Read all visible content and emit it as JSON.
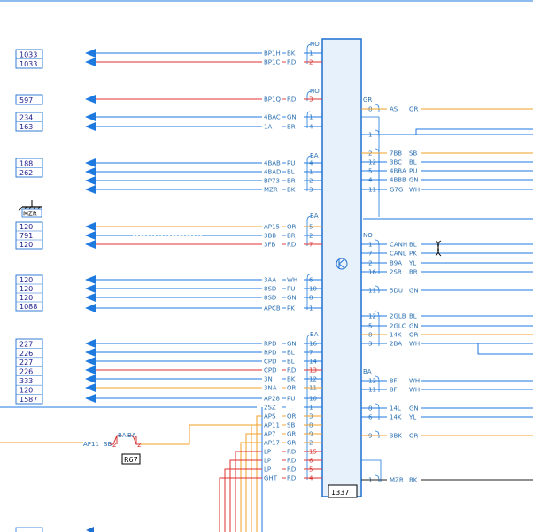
{
  "colors": {
    "blue": "#1f7ae0",
    "red": "#e03030",
    "orange": "#f2a02a",
    "black": "#222222",
    "box_blue": "#1f6fd0",
    "box_fill": "#e6f1fc"
  },
  "connector": {
    "label": "1337",
    "icon": "connector-symbol-icon"
  },
  "ground": {
    "label": "MZR"
  },
  "left_refs": [
    {
      "labels": [
        "1033",
        "1033"
      ]
    },
    {
      "labels": [
        "597"
      ]
    },
    {
      "labels": [
        "234",
        "163"
      ]
    },
    {
      "labels": [
        "188",
        "262"
      ]
    },
    {
      "labels": [
        "120",
        "791",
        "120"
      ]
    },
    {
      "labels": [
        "120",
        "120",
        "120",
        "1088"
      ]
    },
    {
      "labels": [
        "227",
        "226",
        "227",
        "226",
        "333",
        "120",
        "1587"
      ]
    }
  ],
  "left_groups": [
    {
      "tag": "NO",
      "wires": [
        {
          "code": "BP1H",
          "color": "BK",
          "pin": "1"
        },
        {
          "code": "BP1C",
          "color": "RD",
          "pin": "2"
        }
      ]
    },
    {
      "tag": "NO",
      "wires": [
        {
          "code": "BP1Q",
          "color": "RD",
          "pin": "3"
        }
      ]
    },
    {
      "tag": "",
      "wires": [
        {
          "code": "4BAC",
          "color": "GN",
          "pin": "1"
        },
        {
          "code": "1A",
          "color": "BR",
          "pin": "4"
        }
      ]
    },
    {
      "tag": "BA",
      "wires": [
        {
          "code": "4BAB",
          "color": "PU",
          "pin": "4"
        },
        {
          "code": "4BAD",
          "color": "BL",
          "pin": "1"
        },
        {
          "code": "BP73",
          "color": "BR",
          "pin": "2"
        },
        {
          "code": "MZR",
          "color": "BK",
          "pin": "3"
        }
      ]
    },
    {
      "tag": "BA",
      "wires": [
        {
          "code": "AP15",
          "color": "OR",
          "pin": "5"
        },
        {
          "code": "3BB",
          "color": "BR",
          "pin": "2"
        },
        {
          "code": "3FB",
          "color": "RD",
          "pin": "7"
        }
      ]
    },
    {
      "tag": "",
      "wires": [
        {
          "code": "3AA",
          "color": "WH",
          "pin": "6"
        },
        {
          "code": "8SD",
          "color": "PU",
          "pin": "10"
        },
        {
          "code": "8SD",
          "color": "GN",
          "pin": "8"
        },
        {
          "code": "APCB",
          "color": "PK",
          "pin": "1"
        }
      ]
    },
    {
      "tag": "BA",
      "wires": [
        {
          "code": "RPD",
          "color": "GN",
          "pin": "16"
        },
        {
          "code": "RPD",
          "color": "BL",
          "pin": "7"
        },
        {
          "code": "CPD",
          "color": "BL",
          "pin": "14"
        },
        {
          "code": "CPD",
          "color": "RD",
          "pin": "13"
        },
        {
          "code": "3N",
          "color": "BK",
          "pin": "12"
        },
        {
          "code": "3NA",
          "color": "OR",
          "pin": "11"
        },
        {
          "code": "AP28",
          "color": "PU",
          "pin": "10"
        },
        {
          "code": "2SZ",
          "color": "",
          "pin": "1"
        },
        {
          "code": "APS",
          "color": "OR",
          "pin": "3"
        },
        {
          "code": "AP11",
          "color": "SB",
          "pin": "8"
        },
        {
          "code": "AP7",
          "color": "GR",
          "pin": "9"
        },
        {
          "code": "AP17",
          "color": "GR",
          "pin": "2"
        },
        {
          "code": "LP",
          "color": "RD",
          "pin": "15"
        },
        {
          "code": "LP",
          "color": "RD",
          "pin": "6"
        },
        {
          "code": "LP",
          "color": "RD",
          "pin": "5"
        },
        {
          "code": "GHT",
          "color": "RD",
          "pin": "4"
        }
      ]
    }
  ],
  "r67": {
    "label": "R67",
    "wire_code": "AP11",
    "wire_color": "SB",
    "tag_left": "BA",
    "tag_right": "BA",
    "pin_left": "2",
    "pin_right": "2"
  },
  "right_groups": [
    {
      "tag": "GR",
      "wires": [
        {
          "pin": "8",
          "code": "AS",
          "color": "OR"
        }
      ]
    },
    {
      "tag": "",
      "wires": [
        {
          "pin": "1",
          "code": "",
          "color": ""
        }
      ]
    },
    {
      "tag": "",
      "wires": [
        {
          "pin": "2",
          "code": "7BB",
          "color": "SB"
        },
        {
          "pin": "12",
          "code": "3BC",
          "color": "BL"
        },
        {
          "pin": "5",
          "code": "4BBA",
          "color": "PU"
        },
        {
          "pin": "4",
          "code": "4BBB",
          "color": "GN"
        },
        {
          "pin": "11",
          "code": "G7G",
          "color": "WH"
        }
      ]
    },
    {
      "tag": "NO",
      "wires": [
        {
          "pin": "1",
          "code": "CANH",
          "color": "BL"
        },
        {
          "pin": "7",
          "code": "CANL",
          "color": "PK"
        },
        {
          "pin": "2",
          "code": "B9A",
          "color": "YL"
        },
        {
          "pin": "16",
          "code": "2SR",
          "color": "BR"
        }
      ]
    },
    {
      "tag": "",
      "wires": [
        {
          "pin": "11",
          "code": "5DU",
          "color": "GN"
        }
      ]
    },
    {
      "tag": "",
      "wires": [
        {
          "pin": "12",
          "code": "2GLB",
          "color": "BL"
        },
        {
          "pin": "5",
          "code": "2GLC",
          "color": "GN"
        },
        {
          "pin": "8",
          "code": "14K",
          "color": "OR"
        },
        {
          "pin": "3",
          "code": "2BA",
          "color": "WH"
        }
      ]
    },
    {
      "tag": "BA",
      "wires": [
        {
          "pin": "12",
          "code": "8F",
          "color": "WH"
        },
        {
          "pin": "11",
          "code": "8F",
          "color": "WH"
        }
      ]
    },
    {
      "tag": "",
      "wires": [
        {
          "pin": "8",
          "code": "14L",
          "color": "GN"
        },
        {
          "pin": "6",
          "code": "14K",
          "color": "YL"
        }
      ]
    },
    {
      "tag": "",
      "wires": [
        {
          "pin": "9",
          "code": "3BK",
          "color": "OR"
        }
      ]
    },
    {
      "tag": "",
      "wires": [
        {
          "pin": "1",
          "code": "MZR",
          "color": "BK"
        }
      ]
    }
  ],
  "bottom_refs": [
    "",
    ""
  ]
}
